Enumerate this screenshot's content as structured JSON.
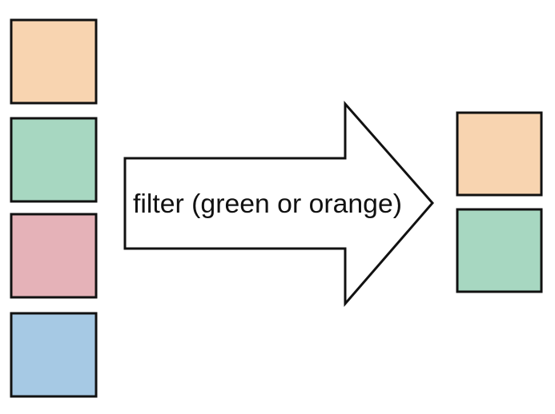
{
  "arrow": {
    "label": "filter (green or orange)"
  },
  "colors": {
    "orange": "#f8d4b0",
    "green": "#a7d7c1",
    "pink": "#e5b2b8",
    "blue": "#a6c9e4",
    "outline": "#111111"
  },
  "input_items": [
    {
      "color_name": "orange"
    },
    {
      "color_name": "green"
    },
    {
      "color_name": "pink"
    },
    {
      "color_name": "blue"
    }
  ],
  "output_items": [
    {
      "color_name": "orange"
    },
    {
      "color_name": "green"
    }
  ]
}
